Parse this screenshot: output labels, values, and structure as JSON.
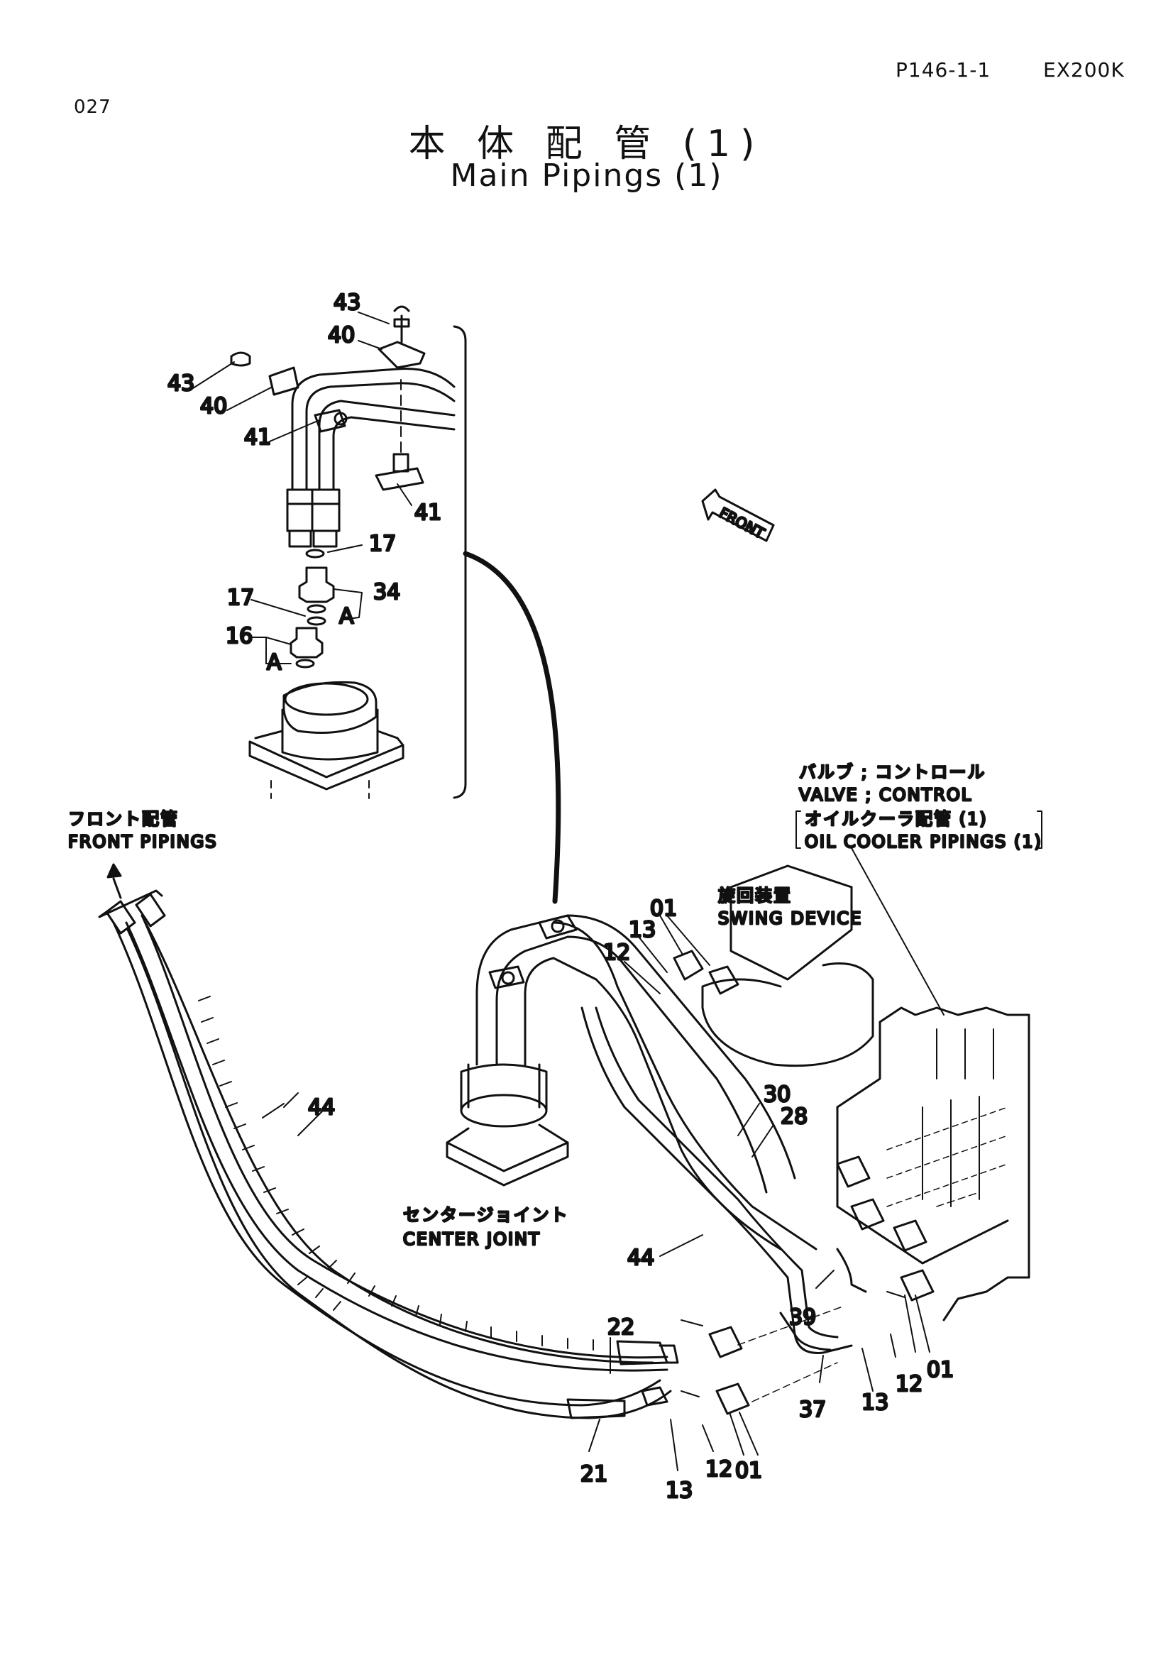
{
  "header": {
    "page_code": "P146-1-1",
    "model": "EX200K",
    "sheet_no": "027"
  },
  "title": {
    "jp": "本 体 配 管 (1)",
    "en": "Main Pipings (1)"
  },
  "direction_marker": "FRONT",
  "labels": {
    "front_pipings_jp": "フロント配管",
    "front_pipings_en": "FRONT PIPINGS",
    "valve_jp": "バルブ ; コントロール",
    "valve_en": "VALVE ; CONTROL",
    "oil_cooler_jp": "オイルクーラ配管 (1)",
    "oil_cooler_en": "OIL COOLER PIPINGS (1)",
    "swing_jp": "旋回装置",
    "swing_en": "SWING DEVICE",
    "center_jp": "センタージョイント",
    "center_en": "CENTER JOINT"
  },
  "callouts": {
    "c43a": "43",
    "c40a": "40",
    "c43b": "43",
    "c40b": "40",
    "c41a": "41",
    "c41b": "41",
    "c17a": "17",
    "c34": "34",
    "c17b": "17",
    "cAa": "A",
    "c16": "16",
    "cAb": "A",
    "c44a": "44",
    "c01a": "01",
    "c13a": "13",
    "c12a": "12",
    "c30": "30",
    "c28": "28",
    "c44b": "44",
    "c22": "22",
    "c39": "39",
    "c01b": "01",
    "c12b": "12",
    "c13b": "13",
    "c37": "37",
    "c21": "21",
    "c01c": "01",
    "c12c": "12",
    "c13c": "13"
  }
}
